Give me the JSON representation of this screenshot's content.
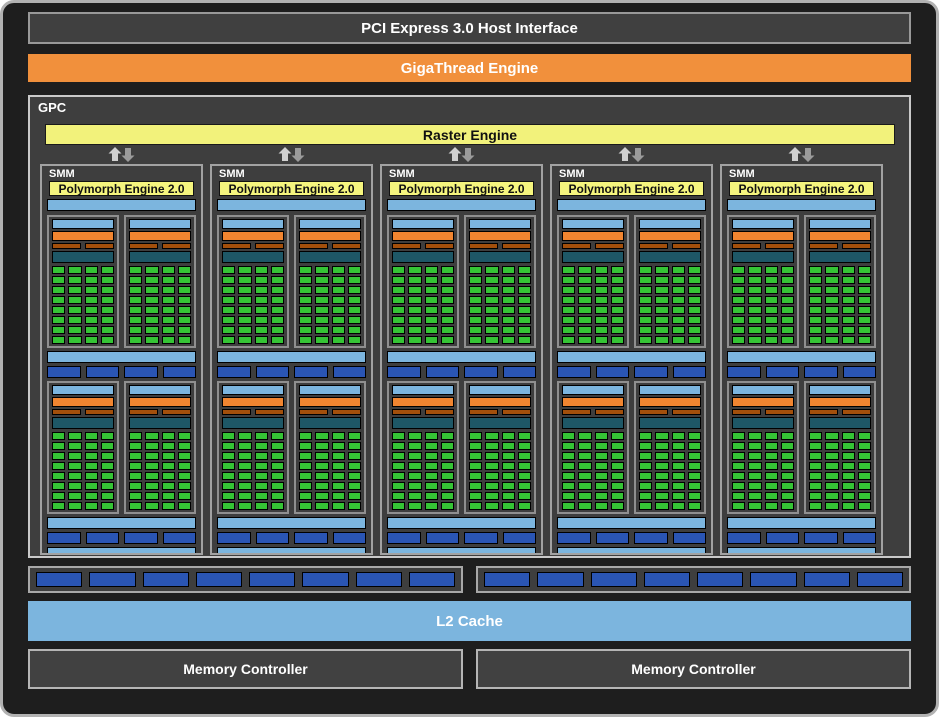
{
  "header": {
    "pci_label": "PCI Express 3.0 Host Interface",
    "gigathread_label": "GigaThread Engine"
  },
  "gpc": {
    "label": "GPC",
    "raster_label": "Raster Engine",
    "smms": [
      {
        "label": "SMM",
        "polymorph_label": "Polymorph Engine 2.0"
      },
      {
        "label": "SMM",
        "polymorph_label": "Polymorph Engine 2.0"
      },
      {
        "label": "SMM",
        "polymorph_label": "Polymorph Engine 2.0"
      },
      {
        "label": "SMM",
        "polymorph_label": "Polymorph Engine 2.0"
      },
      {
        "label": "SMM",
        "polymorph_label": "Polymorph Engine 2.0"
      }
    ],
    "smm_structure": {
      "halves": 2,
      "blocks_per_half": 2,
      "core_rows": 8,
      "core_cols": 4,
      "mid_unit_count": 4,
      "bottom_unit_count": 4
    }
  },
  "memory_partition": {
    "rop_groups": [
      {
        "unit_count": 8
      },
      {
        "unit_count": 8
      }
    ],
    "l2_label": "L2 Cache",
    "memory_controller_labels": [
      "Memory Controller",
      "Memory Controller"
    ]
  },
  "icons": {
    "raster_smm_link": "up-down-arrows"
  },
  "colors": {
    "board_background": "#1e1e1e",
    "panel_gray": "#404040",
    "gigathread_orange": "#F1903C",
    "raster_yellow": "#F2F27B",
    "polymorph_yellow": "#F5F57E",
    "light_blue": "#7CB5DE",
    "scheduler_orange": "#F18530",
    "dispatch_brown": "#A34F0B",
    "register_teal": "#1E5766",
    "core_green": "#35C435",
    "unit_dark_blue": "#2A55B4"
  }
}
